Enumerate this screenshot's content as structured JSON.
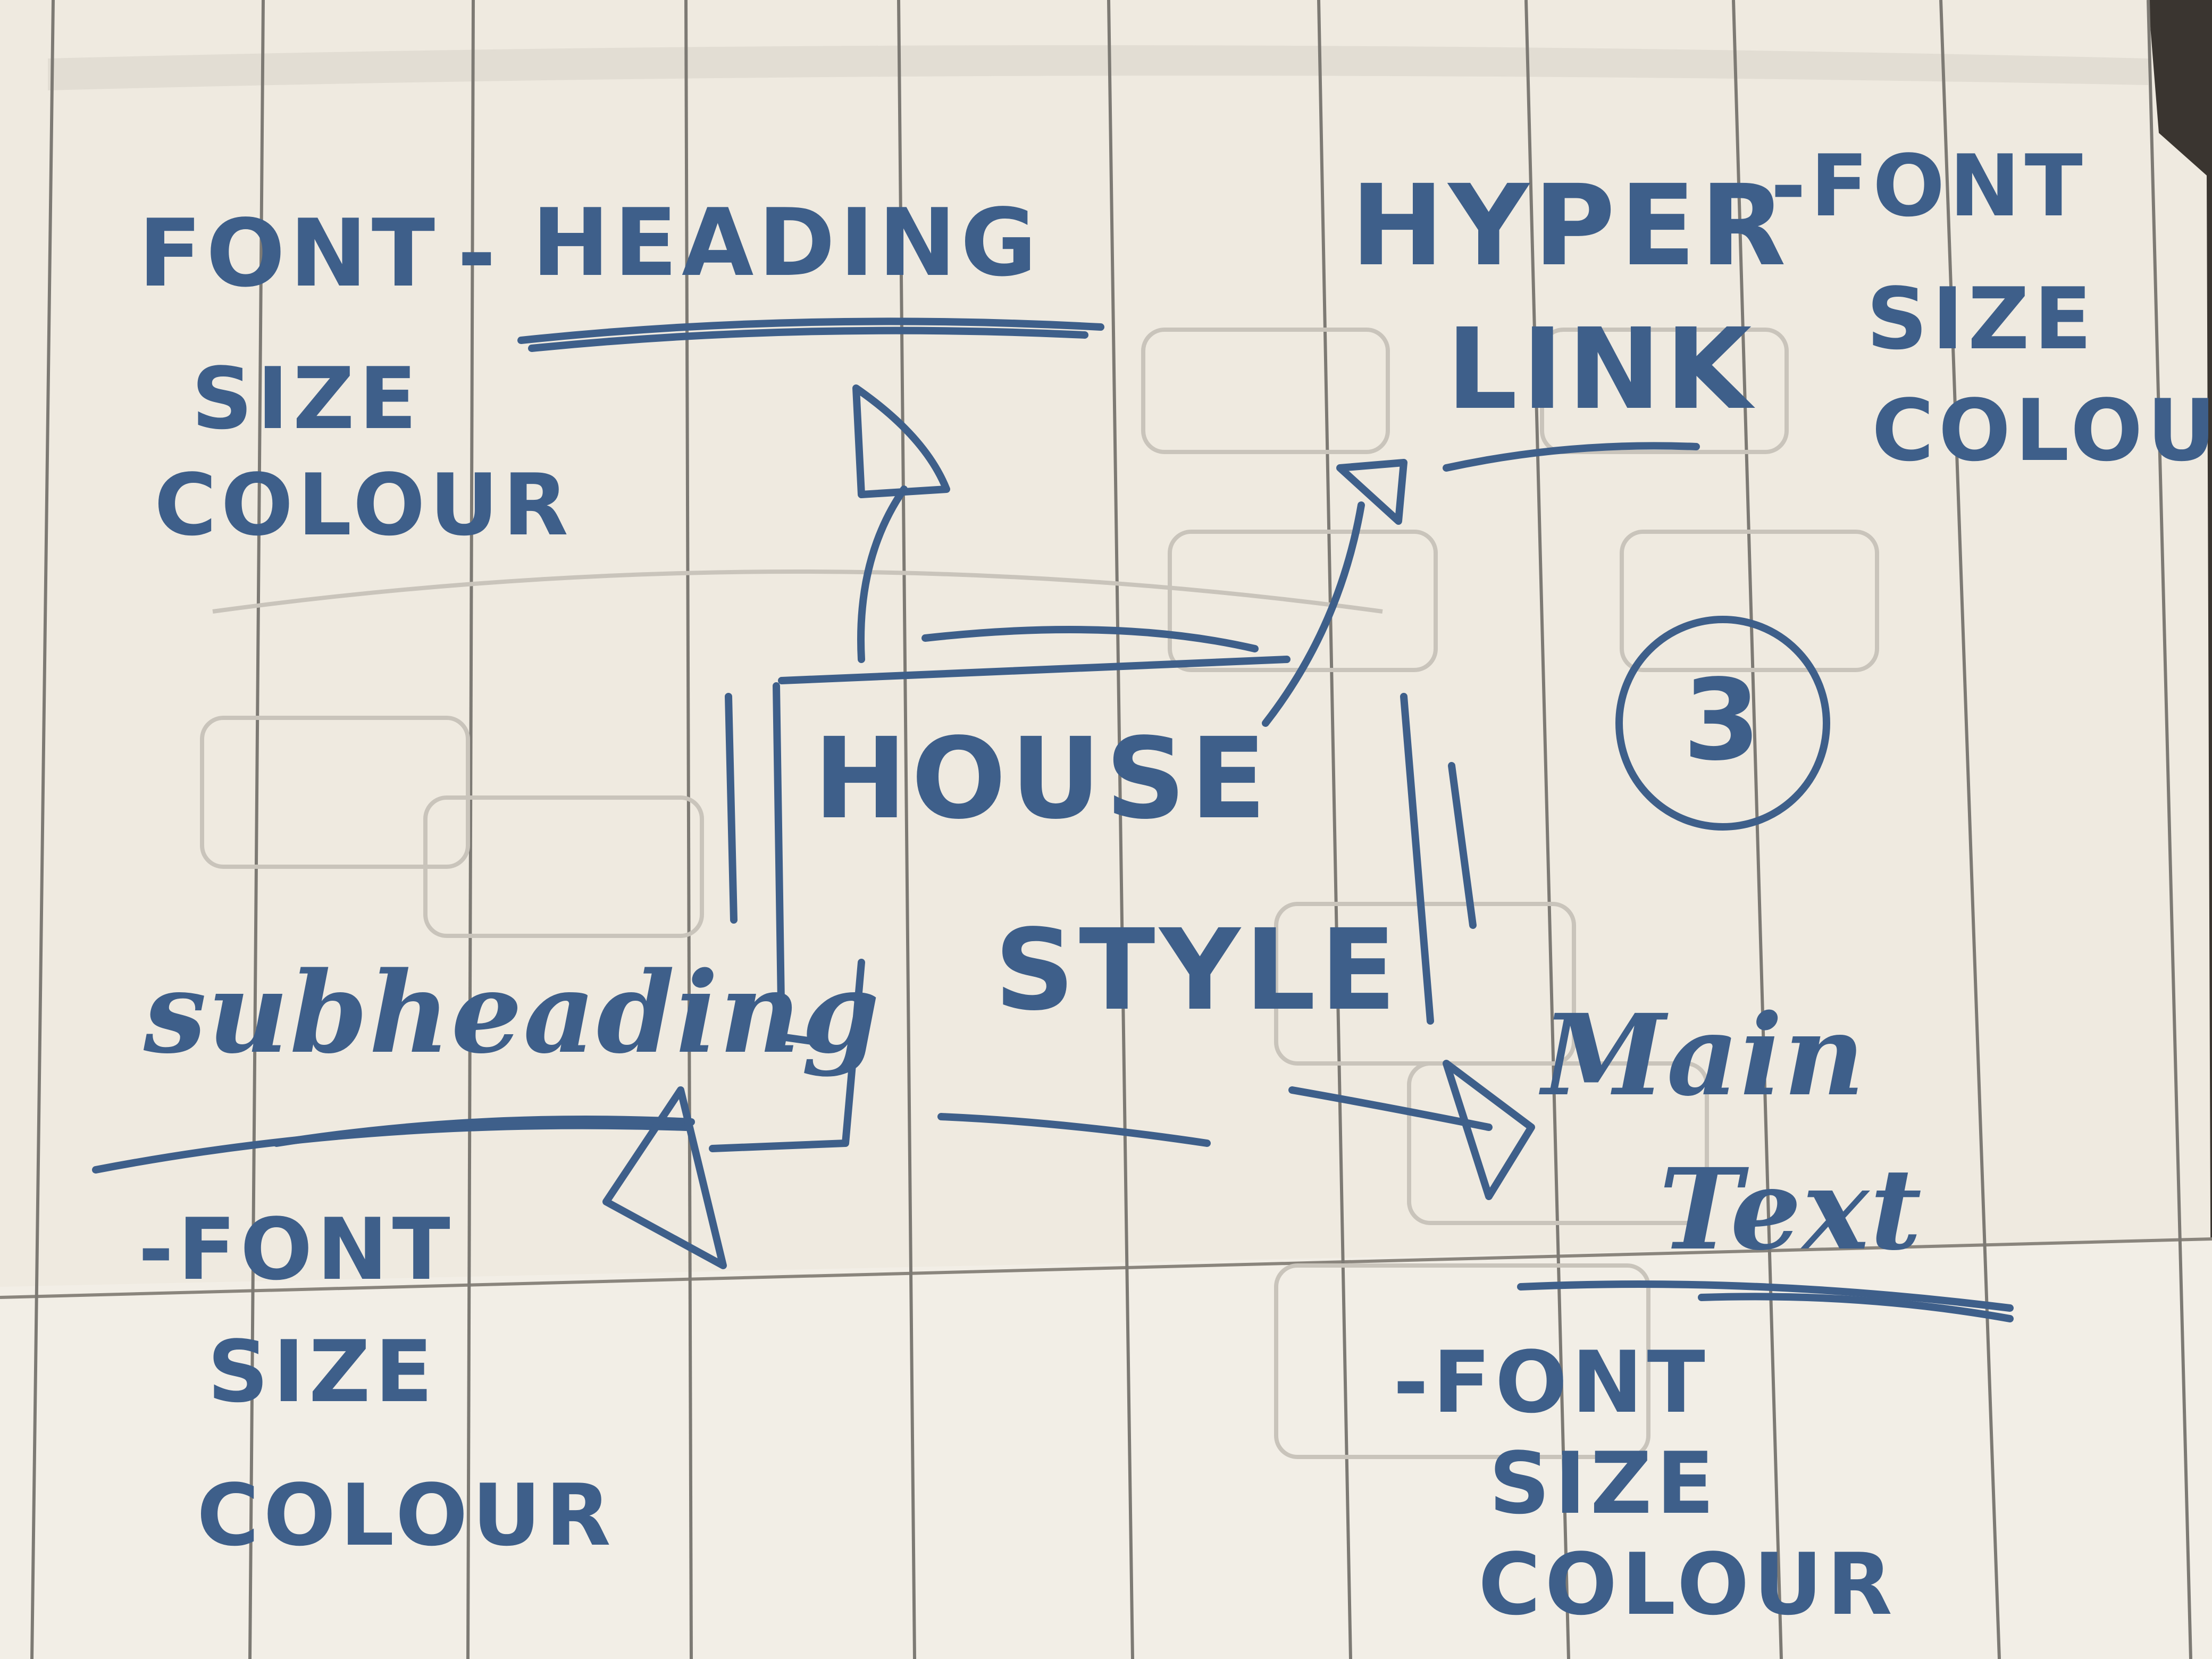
{
  "colors": {
    "paper": "#efeae0",
    "ruling": "#7d7a74",
    "ink": "#3e5f8a",
    "ghost": "#c9c4bb"
  },
  "center": {
    "title_line1": "HOUSE",
    "title_line2": "STYLE"
  },
  "badge": {
    "number": "3"
  },
  "nodes": {
    "heading": {
      "title": "HEADING",
      "prefix": "FONT",
      "dash": "-",
      "attr1": "SIZE",
      "attr2": "COLOUR"
    },
    "hyperlink": {
      "line1": "HYPER",
      "line2": "LINK",
      "prefix": "-FONT",
      "attr1": "SIZE",
      "attr2": "COLOUR"
    },
    "subheading": {
      "title": "subheading",
      "prefix": "-FONT",
      "attr1": "SIZE",
      "attr2": "COLOUR"
    },
    "main_text": {
      "line1": "Main",
      "line2": "Text",
      "prefix": "-FONT",
      "attr1": "SIZE",
      "attr2": "COLOUR"
    }
  }
}
